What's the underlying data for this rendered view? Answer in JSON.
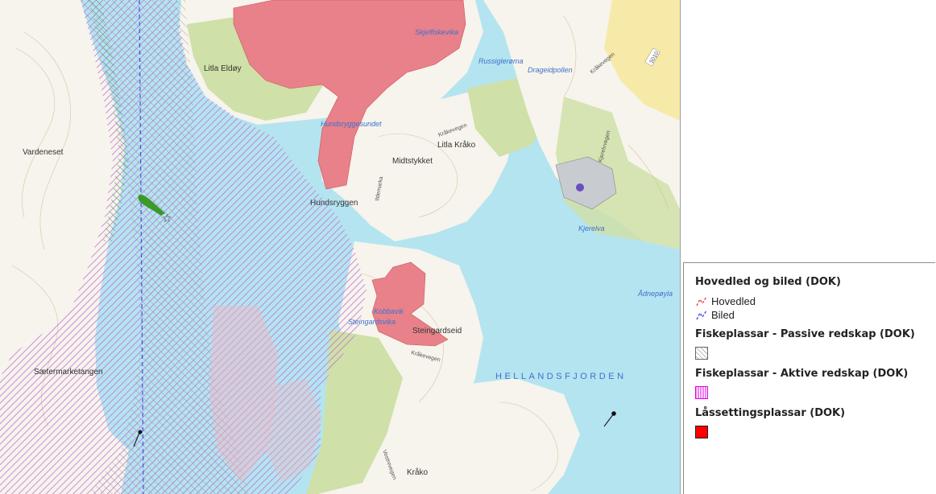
{
  "map": {
    "labels": {
      "litla_eldoy": "Litla Eldøy",
      "skjelfiskevika": "Skjelfiskevika",
      "dragedpollen": "Drageidpollen",
      "russigleroma": "Russiglerøma",
      "hundsryggesundet": "Hundsryggesundet",
      "krakevegen_n": "Kråkevegen",
      "litla_krako": "Litla Kråko",
      "midtstykket": "Midtstykket",
      "vardeneset": "Vardeneset",
      "hundsryggen": "Hundsryggen",
      "kjerelva": "Kjerelva",
      "adnepoyla": "Ådnepøyla",
      "kobbavik": "Kobbavik",
      "steingardsvika": "Steingardsvika",
      "steingardseid": "Steingardseid",
      "krakevegen_s": "Kråkevegen",
      "hellandsfjorden": "HELLANDSFJORDEN",
      "saetermarketangen": "Sætermarketangen",
      "krako": "Kråko",
      "ildemarka": "Ildemarka",
      "kjerelvvegen": "Kjerelvvegen",
      "krakevegen_rd": "Kråkevegen",
      "vestrevegen": "Vestrevegen",
      "route_number": "5010"
    },
    "colors": {
      "water": "#b4e4ef",
      "land": "#f6f4ec",
      "forest": "#cfe0a8",
      "fishing_active_hatch": "#d070e0",
      "fishing_passive_hatch": "#8a8a8a",
      "lassetting": "#e8818a",
      "fairway_main": "#e84848",
      "fairway_secondary": "#4a4ae8"
    }
  },
  "legend": {
    "group_fairway": {
      "title": "Hovedled og biled (DOK)",
      "main_label": "Hovedled",
      "secondary_label": "Biled"
    },
    "group_passive": {
      "title": "Fiskeplassar - Passive redskap (DOK)",
      "symbol": "diagonal-hatch-icon"
    },
    "group_active": {
      "title": "Fiskeplassar - Aktive redskap (DOK)",
      "symbol": "vertical-hatch-icon"
    },
    "group_lassetting": {
      "title": "Låssettingsplassar (DOK)",
      "symbol": "red-square-icon",
      "color": "#ff0000"
    }
  }
}
